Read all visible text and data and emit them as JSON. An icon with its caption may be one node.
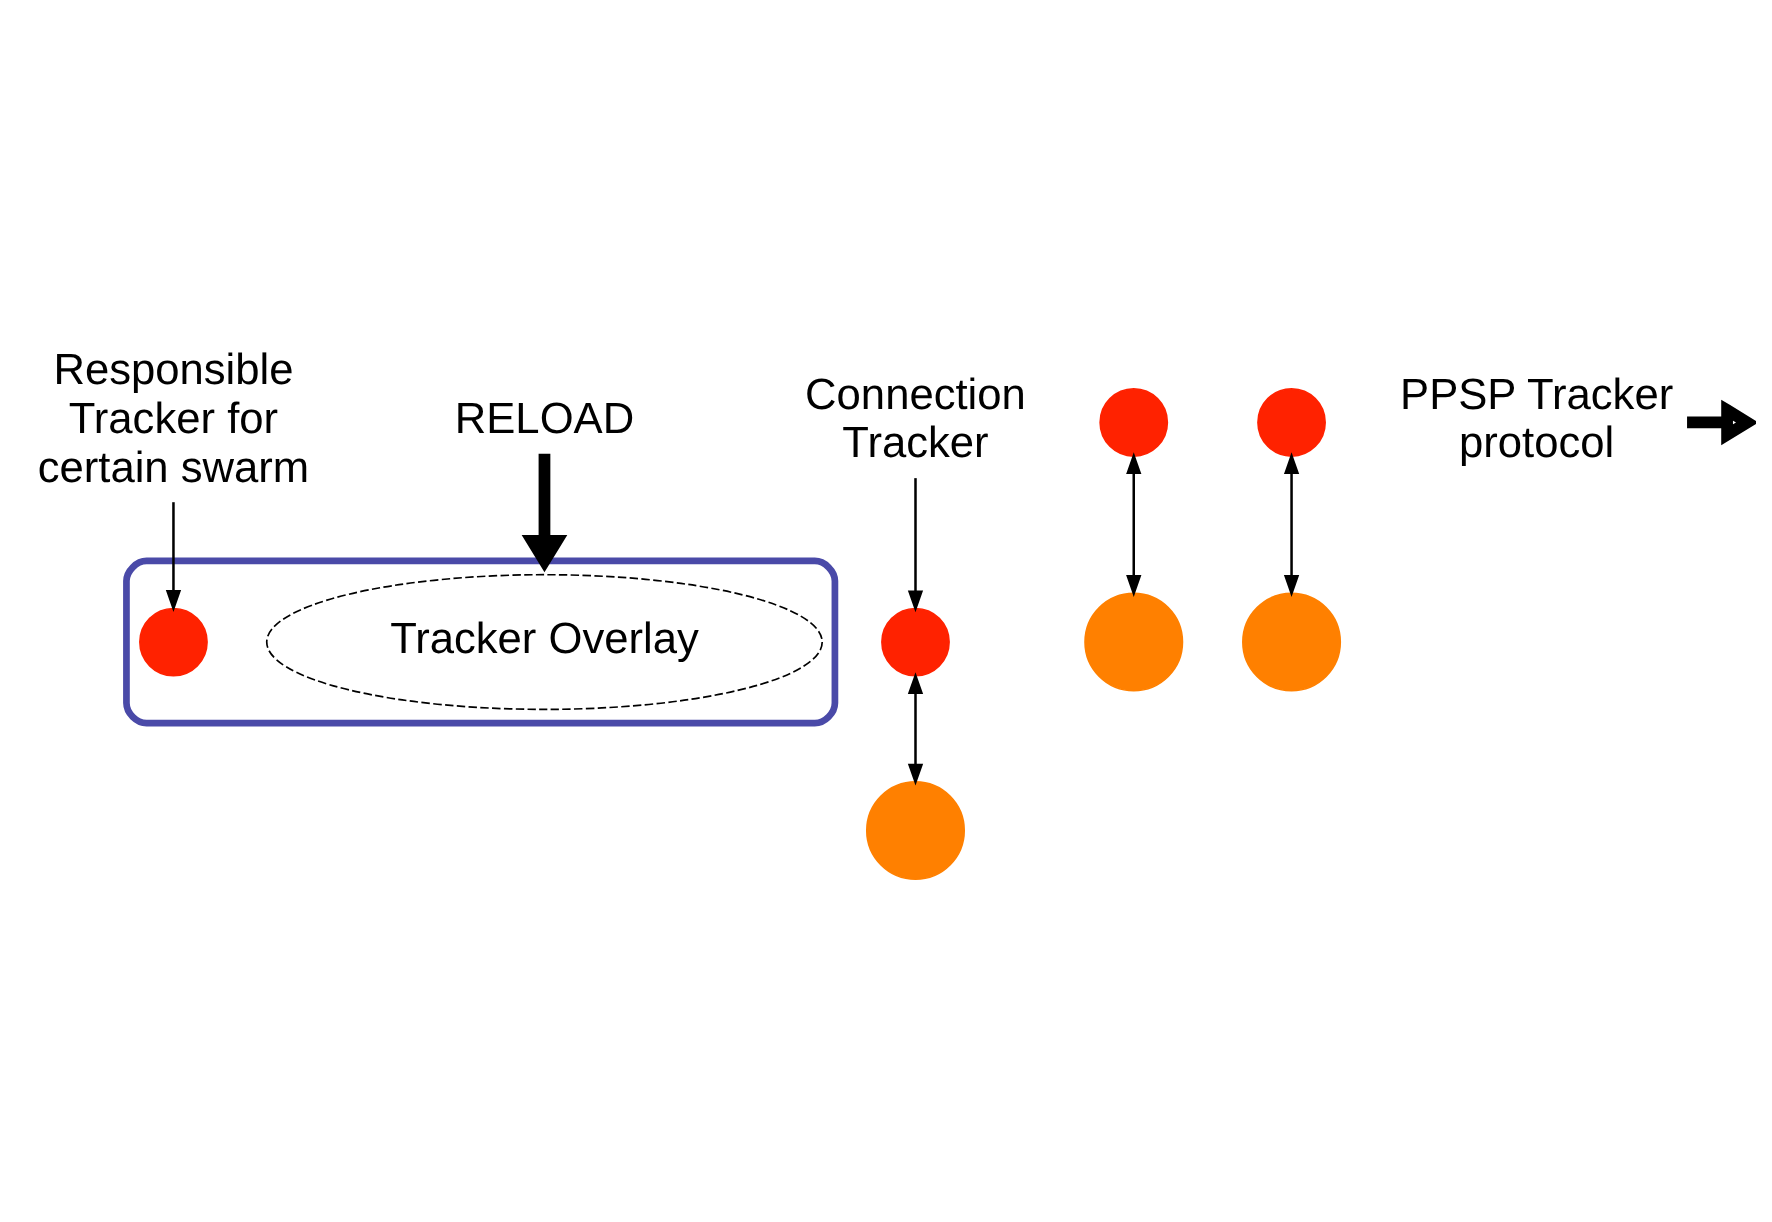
{
  "diagram": {
    "nodes": [
      {
        "text": [],
        "shape": "cloud"
      },
      {
        "text": [
          "Tracker Overlay"
        ],
        "in": 0
      },
      {
        "text": [],
        "shape": "circle",
        "in": 0
      },
      {
        "text": [
          "Responsible Tracker for certain swarm"
        ]
      },
      {
        "text": [
          "RELOAD"
        ]
      },
      {
        "text": [],
        "shape": "circle"
      },
      {
        "text": [],
        "shape": "circle"
      },
      {
        "text": [],
        "shape": "circle"
      },
      {
        "text": [
          "Connection Tracker"
        ]
      },
      {
        "text": [
          "PPSP Tracker protocol"
        ]
      },
      {
        "text": [],
        "shape": "circle"
      },
      {
        "text": [],
        "shape": "circle"
      },
      {
        "text": [],
        "shape": "circle"
      }
    ],
    "edges": [
      {
        "from": 3,
        "to": 2,
        "arrow": "to"
      },
      {
        "from": 4,
        "to": 0,
        "arrow": "to",
        "style": "thick"
      },
      {
        "from": 8,
        "to": 5,
        "arrow": "to"
      },
      {
        "from": 5,
        "to": 10,
        "arrow": "both"
      },
      {
        "from": 6,
        "to": 11,
        "arrow": "both"
      },
      {
        "from": 7,
        "to": 12,
        "arrow": "both"
      },
      {
        "from": 9,
        "to": null,
        "arrow": "to",
        "style": "thick"
      }
    ]
  }
}
